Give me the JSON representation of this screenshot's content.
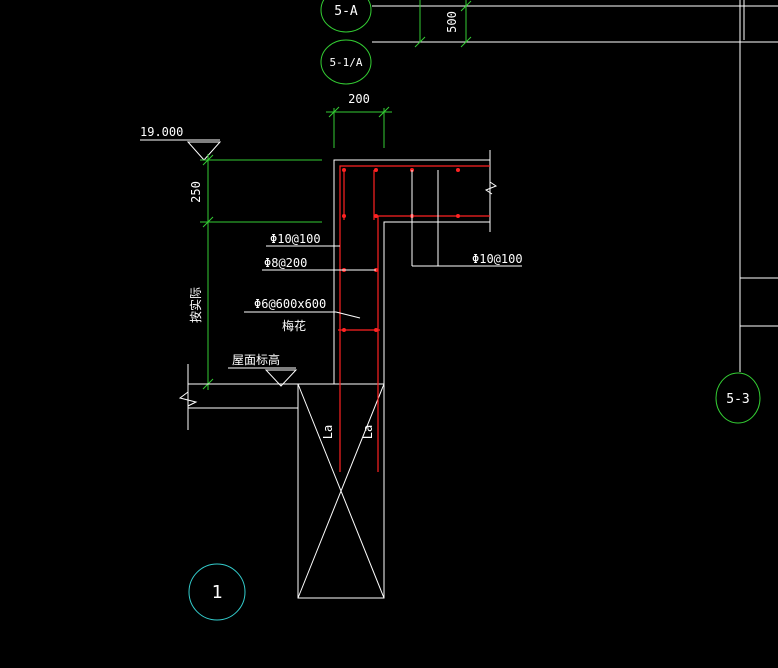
{
  "colors": {
    "background": "#000000",
    "outline": "#ffffff",
    "dimension": "#33cc33",
    "rebar": "#ff2222",
    "axis_bubble": "#33cc33",
    "detail_circle": "#33cccc"
  },
  "axis_labels": {
    "top": "5-A",
    "second": "5-1/A",
    "right": "5-3"
  },
  "dimensions": {
    "top_500": "500",
    "width_200": "200",
    "height_250": "250",
    "variable_height": "按实际"
  },
  "elevation": {
    "level": "19.000",
    "roof_label": "屋面标高"
  },
  "rebar_labels": {
    "r1": "Φ10@100",
    "r2": "Φ8@200",
    "r3": "Φ6@600x600",
    "r3_note": "梅花",
    "r4": "Φ10@100"
  },
  "anchorage_labels": {
    "left": "La",
    "right": "La"
  },
  "detail_number": "1"
}
